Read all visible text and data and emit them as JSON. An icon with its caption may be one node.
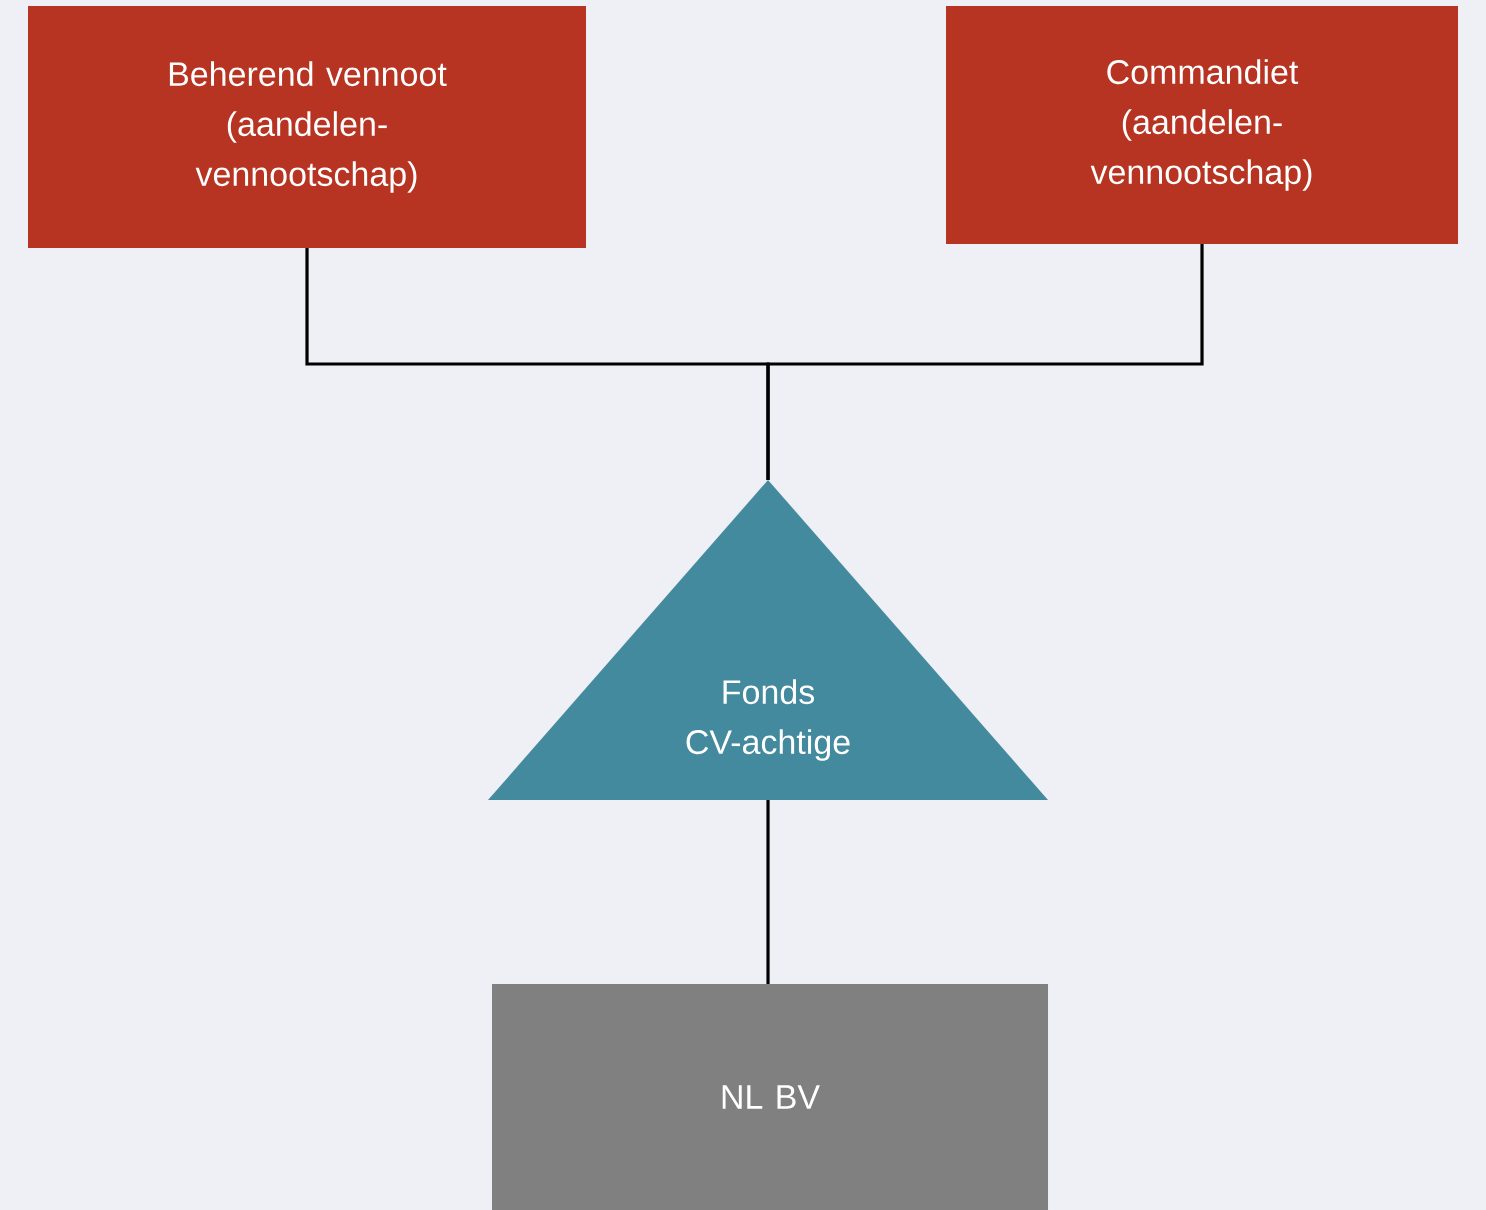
{
  "diagram": {
    "nodes": [
      {
        "text": [
          "Beherend vennoot (aandelen-vennootschap)"
        ]
      },
      {
        "text": [
          "Commandiet (aandelen-vennootschap)"
        ]
      },
      {
        "text": [
          "Fonds CV-achtige"
        ]
      },
      {
        "text": [
          "NL BV"
        ]
      }
    ],
    "edges": [
      {
        "from": 0,
        "to": 2,
        "arrow": "none"
      },
      {
        "from": 1,
        "to": 2,
        "arrow": "none"
      },
      {
        "from": 2,
        "to": 3,
        "arrow": "none"
      }
    ]
  }
}
